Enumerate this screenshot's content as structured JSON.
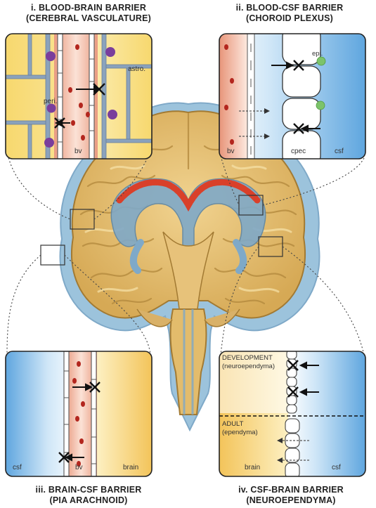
{
  "panels": {
    "i": {
      "title": "i. BLOOD-BRAIN BARRIER",
      "subtitle": "(CEREBRAL VASCULATURE)",
      "labels": {
        "astro": "astro.",
        "peri": "peri.",
        "bv": "bv"
      }
    },
    "ii": {
      "title": "ii. BLOOD-CSF BARRIER",
      "subtitle": "(CHOROID PLEXUS)",
      "labels": {
        "epi": "epi.",
        "bv": "bv",
        "cpec": "cpec",
        "csf": "csf"
      }
    },
    "iii": {
      "title": "iii. BRAIN-CSF BARRIER",
      "subtitle": "(PIA ARACHNOID)",
      "labels": {
        "csf": "csf",
        "bv": "bv",
        "brain": "brain"
      }
    },
    "iv": {
      "title": "iv. CSF-BRAIN BARRIER",
      "subtitle": "(NEUROEPENDYMA)",
      "labels": {
        "dev": "DEVELOPMENT",
        "dev_sub": "(neuroependyma)",
        "adult": "ADULT",
        "adult_sub": "(ependyma)",
        "brain": "brain",
        "csf": "csf"
      }
    }
  },
  "colors": {
    "brain": "#e3bc6c",
    "brain_dark": "#b88f3c",
    "brain_fold": "#f2d897",
    "ventricle": "#7fa9c8",
    "choroid": "#d9402a",
    "vessel": "#f2b9a0",
    "csf": "#86bde6",
    "brain_tissue": "#f4d36b",
    "rbc": "#b3261e",
    "pericyte": "#7a3e9c",
    "epi": "#7cc36a"
  }
}
